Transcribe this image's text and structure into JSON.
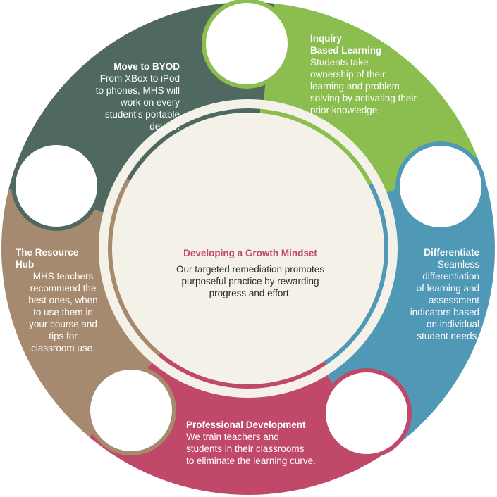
{
  "center": {
    "title": "Developing a Growth Mindset",
    "body": "Our targeted remediation promotes\npurposeful practice by rewarding\nprogress and effort."
  },
  "segments": [
    {
      "key": "byod",
      "title": "Move to BYOD",
      "body": "From XBox to iPod\nto phones, MHS will\nwork on every\nstudent's portable\ndevice.",
      "color": "#4f6960"
    },
    {
      "key": "inquiry",
      "title": "Inquiry\nBased Learning",
      "body": "Students take\nownership of their\nlearning and problem\n      solving by activating their\n            prior knowledge.",
      "color": "#8bbd4f"
    },
    {
      "key": "differentiate",
      "title": "Differentiate",
      "body": "Seamless\ndifferentiation\nof learning and\nassessment\nindicators based\non individual\nstudent needs.",
      "color": "#4f98b6"
    },
    {
      "key": "pd",
      "title": "Professional Development",
      "body": "We train teachers and\nstudents in their classrooms\nto eliminate the learning curve.",
      "color": "#c04868"
    },
    {
      "key": "resource",
      "title": "The Resource\nHub",
      "body": "MHS teachers\nrecommend the\nbest ones, when\nto use them in\nyour course and\ntips for\nclassroom use.",
      "color": "#a58a70"
    }
  ],
  "colors": {
    "center_fill": "#f4f1e8",
    "center_title": "#c04868",
    "ring_gap": "#f4f1e8"
  }
}
